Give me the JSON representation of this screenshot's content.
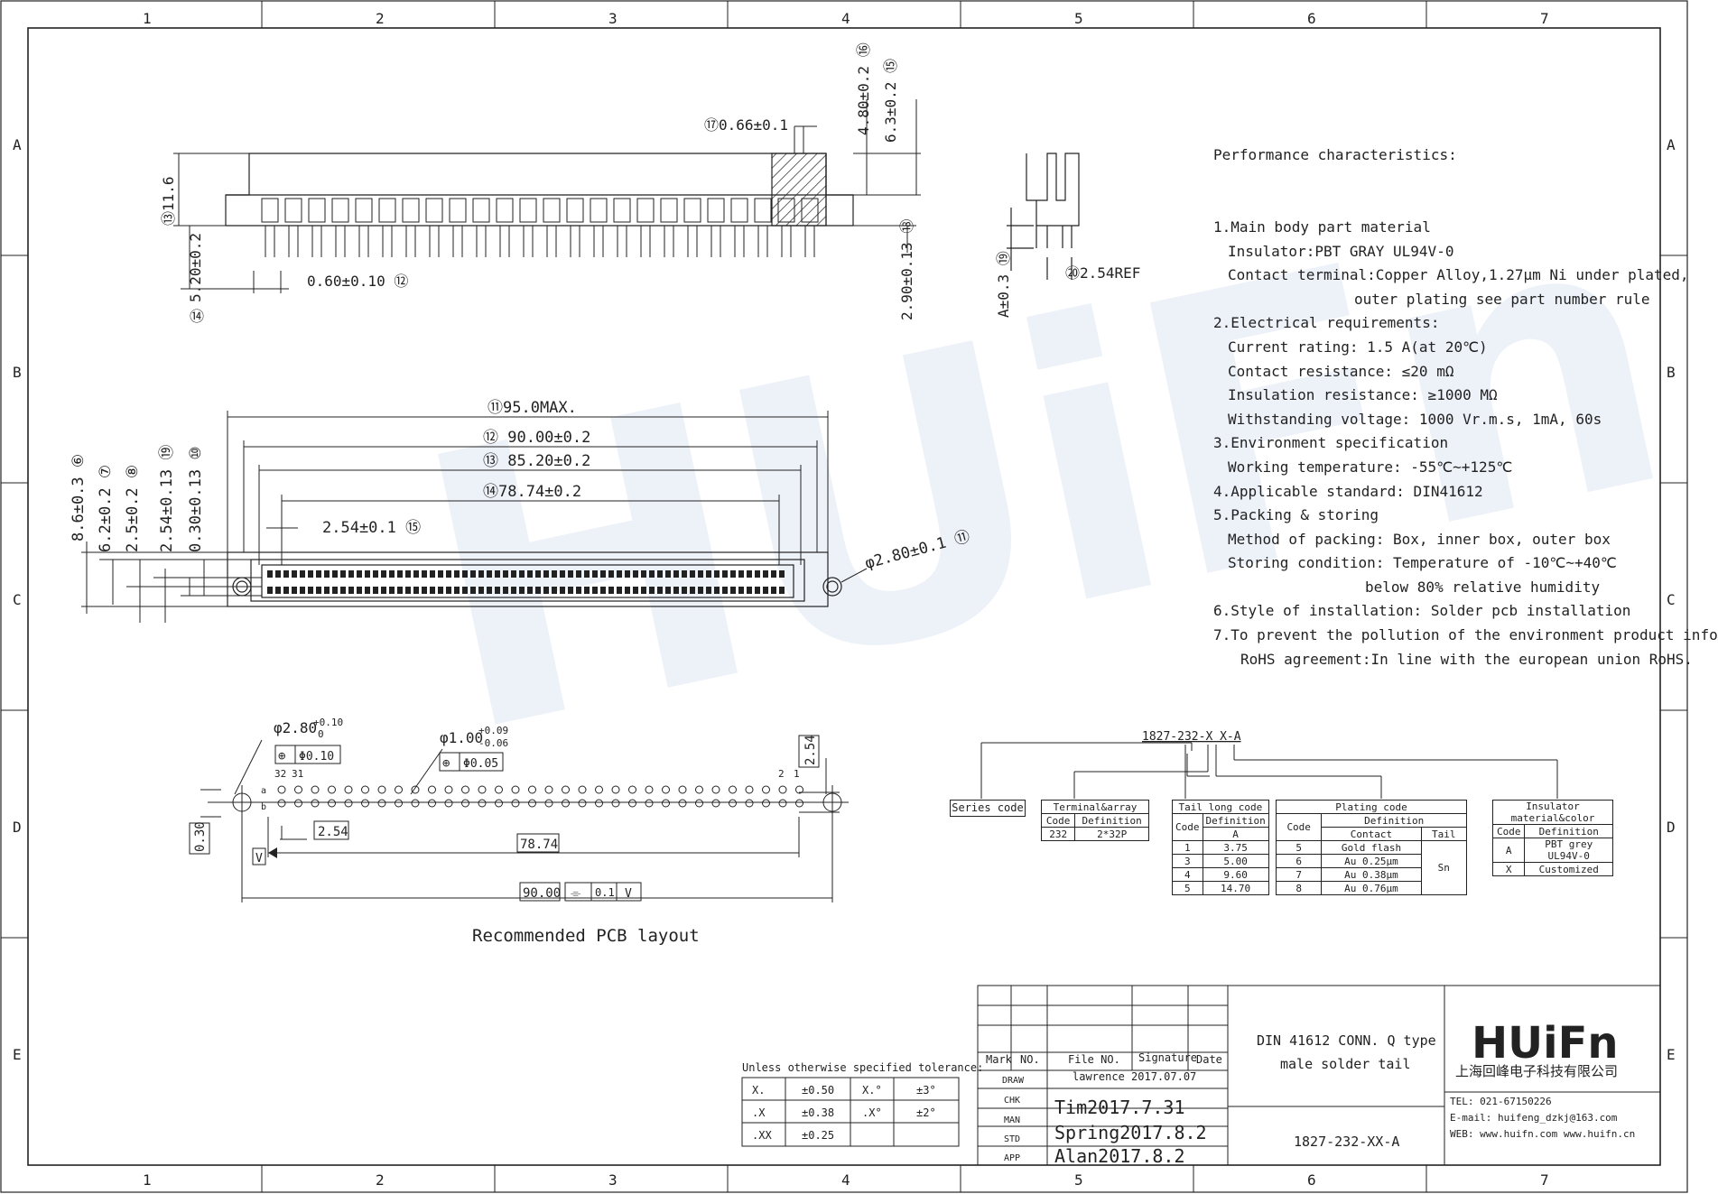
{
  "watermark": "HUiFn",
  "grid": {
    "columns": [
      "1",
      "2",
      "3",
      "4",
      "5",
      "6",
      "7"
    ],
    "rows": [
      "A",
      "B",
      "C",
      "D",
      "E"
    ]
  },
  "performance": {
    "title": "Performance characteristics:",
    "lines": [
      {
        "text": "1.Main body part material",
        "indent": 0
      },
      {
        "text": "Insulator:PBT GRAY UL94V-0",
        "indent": 1
      },
      {
        "text": "Contact terminal:Copper Alloy,1.27μm Ni under plated,",
        "indent": 1
      },
      {
        "text": "outer plating see part number rule",
        "indent": 2
      },
      {
        "text": "2.Electrical requirements:",
        "indent": 0
      },
      {
        "text": "Current rating: 1.5 A(at 20℃)",
        "indent": 1
      },
      {
        "text": "Contact resistance: ≤20 mΩ",
        "indent": 1
      },
      {
        "text": "Insulation resistance: ≥1000 MΩ",
        "indent": 1
      },
      {
        "text": "Withstanding voltage: 1000 Vr.m.s, 1mA, 60s",
        "indent": 1
      },
      {
        "text": "3.Environment specification",
        "indent": 0
      },
      {
        "text": "Working temperature: -55℃~+125℃",
        "indent": 1
      },
      {
        "text": "4.Applicable standard: DIN41612",
        "indent": 0
      },
      {
        "text": "5.Packing & storing",
        "indent": 0
      },
      {
        "text": "Method of packing: Box, inner box, outer box",
        "indent": 1
      },
      {
        "text": "Storing condition: Temperature of -10℃~+40℃",
        "indent": 1
      },
      {
        "text": "below 80% relative humidity",
        "indent": 4
      },
      {
        "text": "6.Style of installation: Solder pcb installation",
        "indent": 0
      },
      {
        "text": "7.To prevent the pollution of the environment product info",
        "indent": 0
      },
      {
        "text": "RoHS agreement:In line with the european union RoHS.",
        "indent": 3
      }
    ]
  },
  "dims_top": {
    "d17": "⑰0.66±0.1",
    "d16": "4.80±0.2 ⑯",
    "d15": "6.3±0.2 ⑮",
    "d13": "⑬11.6",
    "d14": "5.20±0.2",
    "d14n": "⑭",
    "d12": "0.60±0.10 ⑫",
    "d18": "2.90±0.13 ⑱",
    "d19": "A±0.3 ⑲",
    "d20": "⑳2.54REF"
  },
  "dims_mid": {
    "d01": "⑪95.0MAX.",
    "d02": "⑫ 90.00±0.2",
    "d03": "⑬ 85.20±0.2",
    "d04": "⑭78.74±0.2",
    "d05": "2.54±0.1 ⑮",
    "d11": "φ2.80±0.1 ⑪",
    "v06": "8.6±0.3 ⑥",
    "v07": "6.2±0.2 ⑦",
    "v08": "2.5±0.2 ⑧",
    "v09": "2.54±0.13 ⑲",
    "v10": "0.30±0.13 ⑩"
  },
  "pcb": {
    "hole_big": "φ2.80",
    "hole_big_tol_up": "+0.10",
    "hole_big_tol_dn": "0",
    "pos_big": "Φ0.10",
    "hole_small": "φ1.00",
    "hole_small_tol_up": "+0.09",
    "hole_small_tol_dn": "-0.06",
    "pos_small": "Φ0.05",
    "pin_32": "32",
    "pin_31": "31",
    "pin_2": "2",
    "pin_1": "1",
    "row_a": "a",
    "row_b": "b",
    "d254v": "2.54",
    "d254h": "2.54",
    "d030": "0.30",
    "d7874": "78.74",
    "datum": "V",
    "d9000": "90.00",
    "flat_sym": "⌯",
    "flat_tol": "0.1",
    "flat_ref": "V",
    "caption": "Recommended PCB layout"
  },
  "part_number": {
    "code": "1827-232-X X-A",
    "series_label": "Series code",
    "terminal": {
      "title": "Terminal&array",
      "h1": "Code",
      "h2": "Definition",
      "rows": [
        [
          "232",
          "2*32P"
        ]
      ]
    },
    "tail": {
      "title": "Tail long code",
      "h1": "Code",
      "h2": "Definition",
      "h3": "A",
      "rows": [
        [
          "1",
          "3.75"
        ],
        [
          "3",
          "5.00"
        ],
        [
          "4",
          "9.60"
        ],
        [
          "5",
          "14.70"
        ]
      ]
    },
    "plating": {
      "title": "Plating code",
      "h1": "Code",
      "h2": "Definition",
      "h3": "Contact",
      "h4": "Tail",
      "tail_val": "Sn",
      "rows": [
        [
          "5",
          "Gold flash"
        ],
        [
          "6",
          "Au 0.25μm"
        ],
        [
          "7",
          "Au 0.38μm"
        ],
        [
          "8",
          "Au 0.76μm"
        ]
      ]
    },
    "insulator": {
      "title": "Insulator material&color",
      "h1": "Code",
      "h2": "Definition",
      "rows": [
        [
          "A",
          "PBT grey UL94V-0"
        ],
        [
          "X",
          "Customized"
        ]
      ]
    }
  },
  "tolerance": {
    "title": "Unless otherwise specified tolerance:",
    "rows": [
      [
        "X.",
        "±0.50",
        "X.°",
        "±3°"
      ],
      [
        ".X",
        "±0.38",
        ".X°",
        "±2°"
      ],
      [
        ".XX",
        "±0.25",
        "",
        ""
      ]
    ]
  },
  "title_block": {
    "h_mark": "Mark",
    "h_no": "NO.",
    "h_file": "File NO.",
    "h_sig": "Signature",
    "h_date": "Date",
    "roles": [
      {
        "role": "DRAW",
        "value": "lawrence 2017.07.07"
      },
      {
        "role": "CHK",
        "value": "Tim2017.7.31"
      },
      {
        "role": "MAN",
        "value": "Spring2017.8.2"
      },
      {
        "role": "STD",
        "value": "Alan2017.8.2"
      },
      {
        "role": "APP",
        "value": "Alan2017.8.2"
      }
    ],
    "desc1": "DIN 41612 CONN. Q type",
    "desc2": "male solder tail",
    "part_no": "1827-232-XX-A",
    "logo": "HUiFn",
    "company": "上海回峰电子科技有限公司",
    "tel": "TEL: 021-67150226",
    "email": "E-mail: huifeng_dzkj@163.com",
    "web": "WEB: www.huifn.com   www.huifn.cn"
  }
}
